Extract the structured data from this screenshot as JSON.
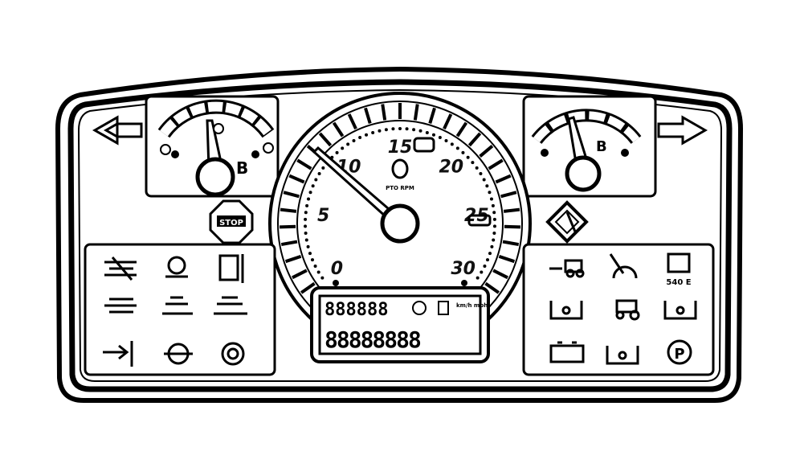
{
  "cluster": {
    "speed_scale": {
      "labels": [
        "0",
        "5",
        "10",
        "15",
        "20",
        "25",
        "30"
      ]
    },
    "icons": {
      "stop": "STOP",
      "pto_rpm_label": "PTO RPM",
      "pto_540_label": "540 E",
      "park": "P"
    },
    "lcd": {
      "top_row": "888888",
      "bottom_row": "88888888",
      "range_label": "km/h mph"
    }
  }
}
